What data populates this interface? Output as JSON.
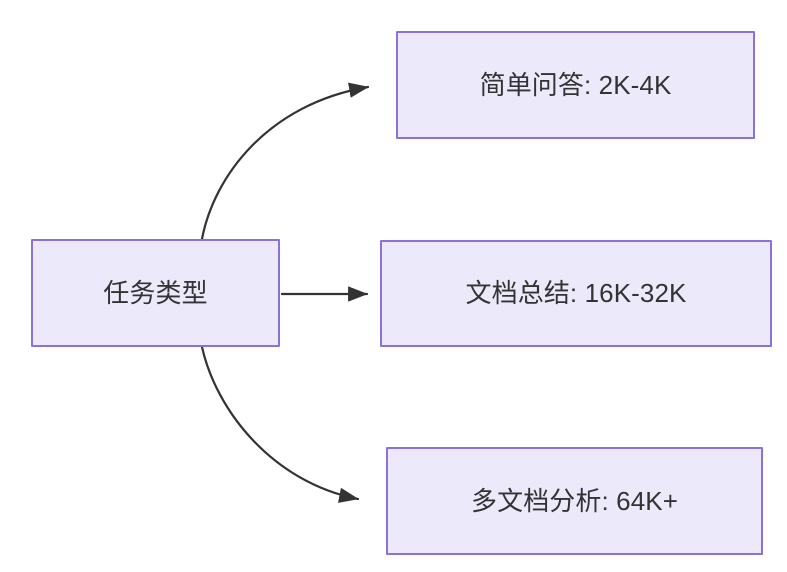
{
  "diagram": {
    "type": "flowchart",
    "direction": "left-to-right",
    "background_color": "#ffffff",
    "node_fill_color": "#ECEAFA",
    "node_border_color": "#8B72D8",
    "node_text_color": "#333333",
    "edge_color": "#333333",
    "nodes": [
      {
        "id": "source",
        "label": "任务类型",
        "role": "root"
      },
      {
        "id": "simple-qa",
        "label": "简单问答: 2K-4K",
        "role": "leaf"
      },
      {
        "id": "doc-summary",
        "label": "文档总结: 16K-32K",
        "role": "leaf"
      },
      {
        "id": "multi-doc",
        "label": "多文档分析: 64K+",
        "role": "leaf"
      }
    ],
    "edges": [
      {
        "id": "edge-source-simple-qa",
        "from": "source",
        "to": "simple-qa",
        "style": "curved",
        "arrow": "triangle"
      },
      {
        "id": "edge-source-doc-summary",
        "from": "source",
        "to": "doc-summary",
        "style": "straight",
        "arrow": "triangle"
      },
      {
        "id": "edge-source-multi-doc",
        "from": "source",
        "to": "multi-doc",
        "style": "curved",
        "arrow": "triangle"
      }
    ]
  }
}
